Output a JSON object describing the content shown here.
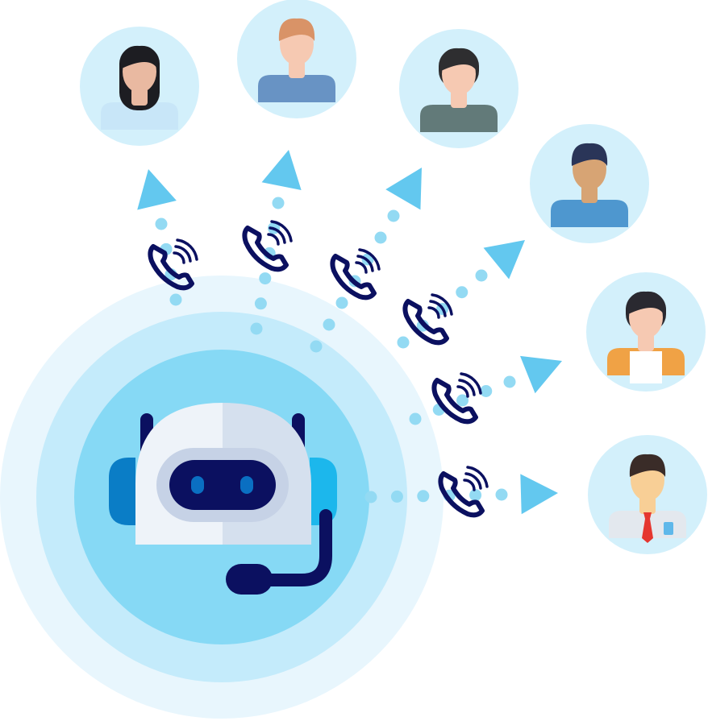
{
  "palette": {
    "ring_outer": "#e8f6fd",
    "ring_mid": "#c4ebfb",
    "ring_inner": "#86d9f5",
    "avatar_bg": "#d3f0fb",
    "dot": "#93daf3",
    "arrow": "#63c8ef",
    "phone": "#0b1060",
    "robot_white": "#eef3f9",
    "robot_shade": "#d5e0ee",
    "robot_visor": "#0b1060",
    "robot_eye": "#0a6fc2",
    "ear_left": "#0a7dc6",
    "ear_right": "#1cb7ec"
  },
  "icons": {
    "robot": "robot-agent-icon",
    "phone": "phone-call-icon",
    "arrow": "arrow-head-icon",
    "person": "person-avatar-icon"
  },
  "contacts": [
    {
      "id": "woman-long-hair",
      "shirt": "#c8e6f8",
      "skin": "#e9b9a1",
      "hair": "#1d1d22"
    },
    {
      "id": "man-ginger",
      "shirt": "#6893c4",
      "skin": "#f6c9b2",
      "hair": "#d99367"
    },
    {
      "id": "woman-collar",
      "shirt": "#627a79",
      "skin": "#f6c9b2",
      "hair": "#2e2e30"
    },
    {
      "id": "man-blue-shirt",
      "shirt": "#4e97cf",
      "skin": "#d7a474",
      "hair": "#2a3558"
    },
    {
      "id": "woman-apron",
      "shirt": "#f0a245",
      "skin": "#f6c9b2",
      "hair": "#2a2930"
    },
    {
      "id": "man-tie",
      "shirt": "#e3e8ee",
      "skin": "#f8cf96",
      "hair": "#3a2c28"
    }
  ]
}
